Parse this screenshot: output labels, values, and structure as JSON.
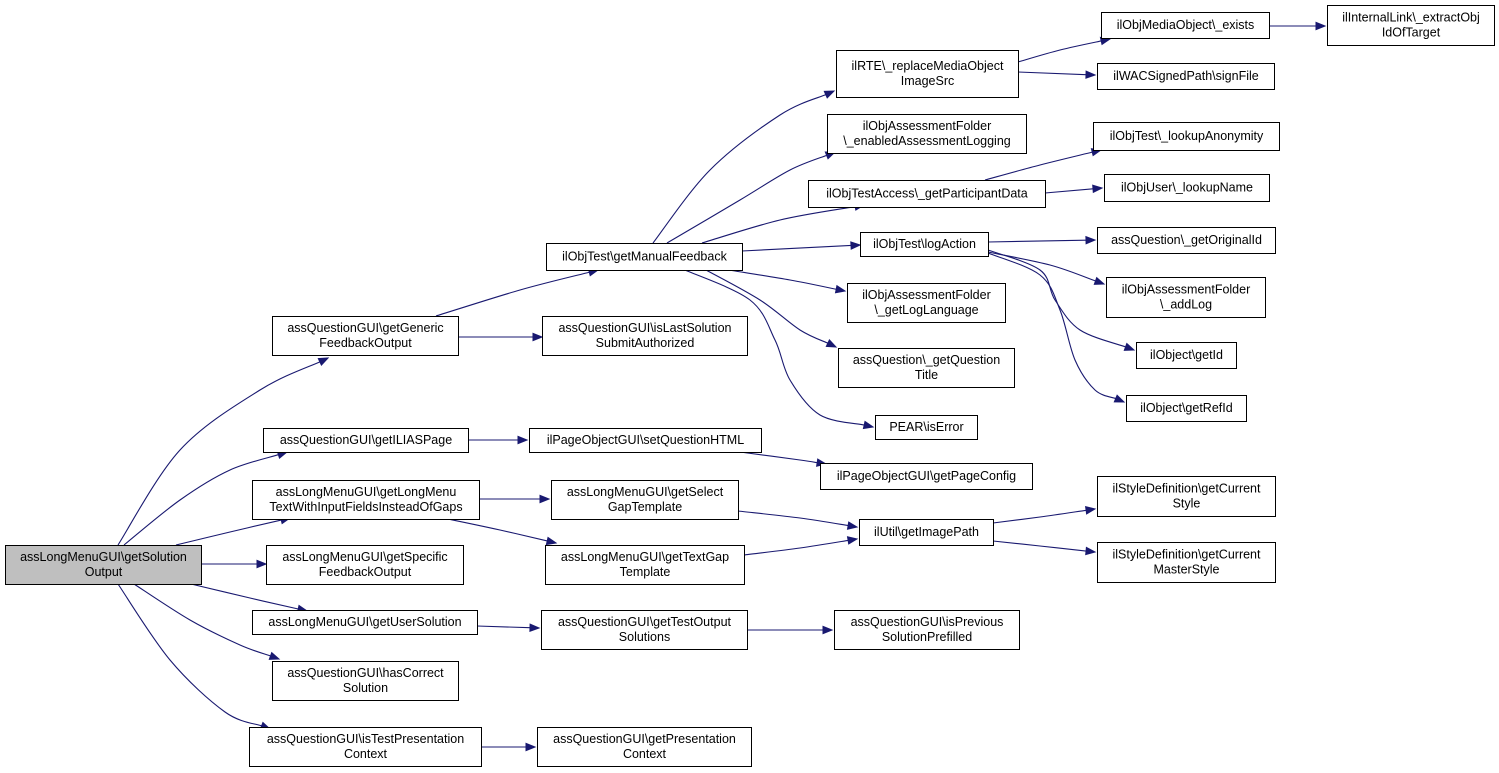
{
  "diagram": {
    "colors": {
      "edge": "#191970",
      "node_border": "#000000",
      "node_fill": "#ffffff",
      "root_fill": "#bfbfbf"
    },
    "nodes": [
      {
        "id": "root",
        "lines": [
          "assLongMenuGUI\\getSolution",
          "Output"
        ],
        "highlight": true
      },
      {
        "id": "n_gen_fb",
        "lines": [
          "assQuestionGUI\\getGeneric",
          "FeedbackOutput"
        ]
      },
      {
        "id": "n_ilias",
        "lines": [
          "assQuestionGUI\\getILIASPage"
        ]
      },
      {
        "id": "n_lmtext",
        "lines": [
          "assLongMenuGUI\\getLongMenu",
          "TextWithInputFieldsInsteadOfGaps"
        ]
      },
      {
        "id": "n_spec_fb",
        "lines": [
          "assLongMenuGUI\\getSpecific",
          "FeedbackOutput"
        ]
      },
      {
        "id": "n_usersol",
        "lines": [
          "assLongMenuGUI\\getUserSolution"
        ]
      },
      {
        "id": "n_hascorrect",
        "lines": [
          "assQuestionGUI\\hasCorrect",
          "Solution"
        ]
      },
      {
        "id": "n_istestpres",
        "lines": [
          "assQuestionGUI\\isTestPresentation",
          "Context"
        ]
      },
      {
        "id": "n_manfb",
        "lines": [
          "ilObjTest\\getManualFeedback"
        ]
      },
      {
        "id": "n_islast",
        "lines": [
          "assQuestionGUI\\isLastSolution",
          "SubmitAuthorized"
        ]
      },
      {
        "id": "n_setqhtml",
        "lines": [
          "ilPageObjectGUI\\setQuestionHTML"
        ]
      },
      {
        "id": "n_selgap",
        "lines": [
          "assLongMenuGUI\\getSelect",
          "GapTemplate"
        ]
      },
      {
        "id": "n_textgap",
        "lines": [
          "assLongMenuGUI\\getTextGap",
          "Template"
        ]
      },
      {
        "id": "n_testout",
        "lines": [
          "assQuestionGUI\\getTestOutput",
          "Solutions"
        ]
      },
      {
        "id": "n_getprescontext",
        "lines": [
          "assQuestionGUI\\getPresentation",
          "Context"
        ]
      },
      {
        "id": "n_rte",
        "lines": [
          "ilRTE\\_replaceMediaObject",
          "ImageSrc"
        ]
      },
      {
        "id": "n_enabledlog",
        "lines": [
          "ilObjAssessmentFolder",
          "\\_enabledAssessmentLogging"
        ]
      },
      {
        "id": "n_partdata",
        "lines": [
          "ilObjTestAccess\\_getParticipantData"
        ]
      },
      {
        "id": "n_logaction",
        "lines": [
          "ilObjTest\\logAction"
        ]
      },
      {
        "id": "n_loglang",
        "lines": [
          "ilObjAssessmentFolder",
          "\\_getLogLanguage"
        ]
      },
      {
        "id": "n_qtitle",
        "lines": [
          "assQuestion\\_getQuestion",
          "Title"
        ]
      },
      {
        "id": "n_pearerr",
        "lines": [
          "PEAR\\isError"
        ]
      },
      {
        "id": "n_pageconfig",
        "lines": [
          "ilPageObjectGUI\\getPageConfig"
        ]
      },
      {
        "id": "n_imgpath",
        "lines": [
          "ilUtil\\getImagePath"
        ]
      },
      {
        "id": "n_prevsol",
        "lines": [
          "assQuestionGUI\\isPrevious",
          "SolutionPrefilled"
        ]
      },
      {
        "id": "n_mobexists",
        "lines": [
          "ilObjMediaObject\\_exists"
        ]
      },
      {
        "id": "n_signfile",
        "lines": [
          "ilWACSignedPath\\signFile"
        ]
      },
      {
        "id": "n_lookupanon",
        "lines": [
          "ilObjTest\\_lookupAnonymity"
        ]
      },
      {
        "id": "n_lookupname",
        "lines": [
          "ilObjUser\\_lookupName"
        ]
      },
      {
        "id": "n_origid",
        "lines": [
          "assQuestion\\_getOriginalId"
        ]
      },
      {
        "id": "n_addlog",
        "lines": [
          "ilObjAssessmentFolder",
          "\\_addLog"
        ]
      },
      {
        "id": "n_getid",
        "lines": [
          "ilObject\\getId"
        ]
      },
      {
        "id": "n_getrefid",
        "lines": [
          "ilObject\\getRefId"
        ]
      },
      {
        "id": "n_curstyle",
        "lines": [
          "ilStyleDefinition\\getCurrent",
          "Style"
        ]
      },
      {
        "id": "n_curmaster",
        "lines": [
          "ilStyleDefinition\\getCurrent",
          "MasterStyle"
        ]
      },
      {
        "id": "n_extract",
        "lines": [
          "ilInternalLink\\_extractObj",
          "IdOfTarget"
        ]
      }
    ],
    "edges": [
      {
        "from": "root",
        "to": "n_gen_fb"
      },
      {
        "from": "root",
        "to": "n_ilias"
      },
      {
        "from": "root",
        "to": "n_lmtext"
      },
      {
        "from": "root",
        "to": "n_spec_fb"
      },
      {
        "from": "root",
        "to": "n_usersol"
      },
      {
        "from": "root",
        "to": "n_hascorrect"
      },
      {
        "from": "root",
        "to": "n_istestpres"
      },
      {
        "from": "n_gen_fb",
        "to": "n_manfb"
      },
      {
        "from": "n_gen_fb",
        "to": "n_islast"
      },
      {
        "from": "n_manfb",
        "to": "n_rte"
      },
      {
        "from": "n_manfb",
        "to": "n_enabledlog"
      },
      {
        "from": "n_manfb",
        "to": "n_partdata"
      },
      {
        "from": "n_manfb",
        "to": "n_logaction"
      },
      {
        "from": "n_manfb",
        "to": "n_loglang"
      },
      {
        "from": "n_manfb",
        "to": "n_qtitle"
      },
      {
        "from": "n_manfb",
        "to": "n_pearerr"
      },
      {
        "from": "n_rte",
        "to": "n_mobexists"
      },
      {
        "from": "n_rte",
        "to": "n_signfile"
      },
      {
        "from": "n_mobexists",
        "to": "n_extract"
      },
      {
        "from": "n_partdata",
        "to": "n_lookupanon"
      },
      {
        "from": "n_partdata",
        "to": "n_lookupname"
      },
      {
        "from": "n_logaction",
        "to": "n_origid"
      },
      {
        "from": "n_logaction",
        "to": "n_addlog"
      },
      {
        "from": "n_logaction",
        "to": "n_getid"
      },
      {
        "from": "n_logaction",
        "to": "n_getrefid"
      },
      {
        "from": "n_ilias",
        "to": "n_setqhtml"
      },
      {
        "from": "n_setqhtml",
        "to": "n_pageconfig"
      },
      {
        "from": "n_lmtext",
        "to": "n_selgap"
      },
      {
        "from": "n_lmtext",
        "to": "n_textgap"
      },
      {
        "from": "n_selgap",
        "to": "n_imgpath"
      },
      {
        "from": "n_textgap",
        "to": "n_imgpath"
      },
      {
        "from": "n_imgpath",
        "to": "n_curstyle"
      },
      {
        "from": "n_imgpath",
        "to": "n_curmaster"
      },
      {
        "from": "n_usersol",
        "to": "n_testout"
      },
      {
        "from": "n_testout",
        "to": "n_prevsol"
      },
      {
        "from": "n_istestpres",
        "to": "n_getprescontext"
      }
    ]
  }
}
